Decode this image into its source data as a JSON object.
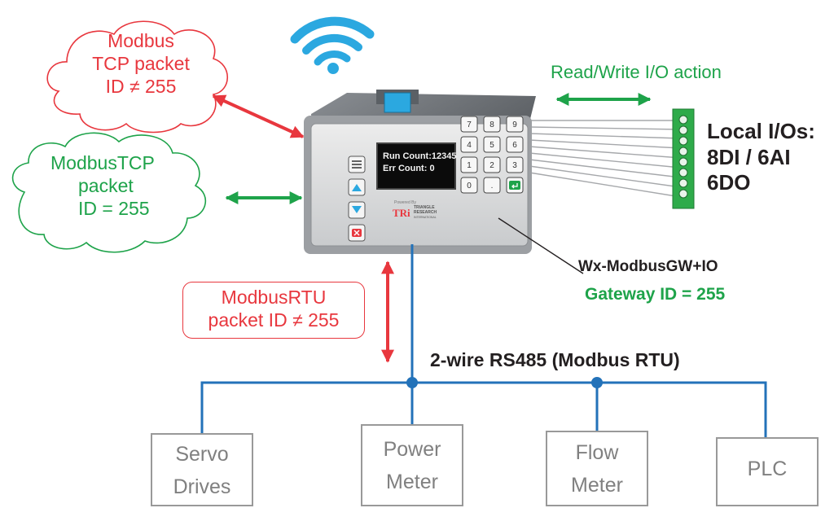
{
  "clouds": {
    "tcp_other": [
      "Modbus",
      "TCP packet",
      "ID ≠ 255"
    ],
    "tcp_gateway": [
      "ModbusTCP",
      "packet",
      "ID = 255"
    ]
  },
  "rtu_box": [
    "ModbusRTU",
    "packet ID ≠ 255"
  ],
  "rw_label": "Read/Write I/O action",
  "local_io": [
    "Local I/Os:",
    "8DI / 6AI",
    "6DO"
  ],
  "device": {
    "name": "Wx-ModbusGW+IO",
    "gateway_id": "Gateway ID = 255",
    "screen_lines": [
      "Run Count:12345",
      "Err Count: 0"
    ],
    "brand_small": "Powered By",
    "brand_logo": "TRi",
    "brand_lines": [
      "TRIANGLE",
      "RESEARCH",
      "INTERNATIONAL"
    ],
    "keys": [
      [
        "7",
        "8",
        "9"
      ],
      [
        "4",
        "5",
        "6"
      ],
      [
        "1",
        "2",
        "3"
      ],
      [
        "0",
        ".",
        "enter"
      ]
    ]
  },
  "bus_label": "2-wire RS485 (Modbus RTU)",
  "slaves": [
    {
      "lines": [
        "Servo",
        "Drives"
      ]
    },
    {
      "lines": [
        "Power",
        "Meter"
      ]
    },
    {
      "lines": [
        "Flow",
        "Meter"
      ]
    },
    {
      "lines": [
        "PLC"
      ]
    }
  ],
  "colors": {
    "red": "#e8373e",
    "green": "#1ea34a",
    "blue_bus": "#2372b9",
    "wifi": "#2ba8e0",
    "terminal": "#2eab4a"
  }
}
